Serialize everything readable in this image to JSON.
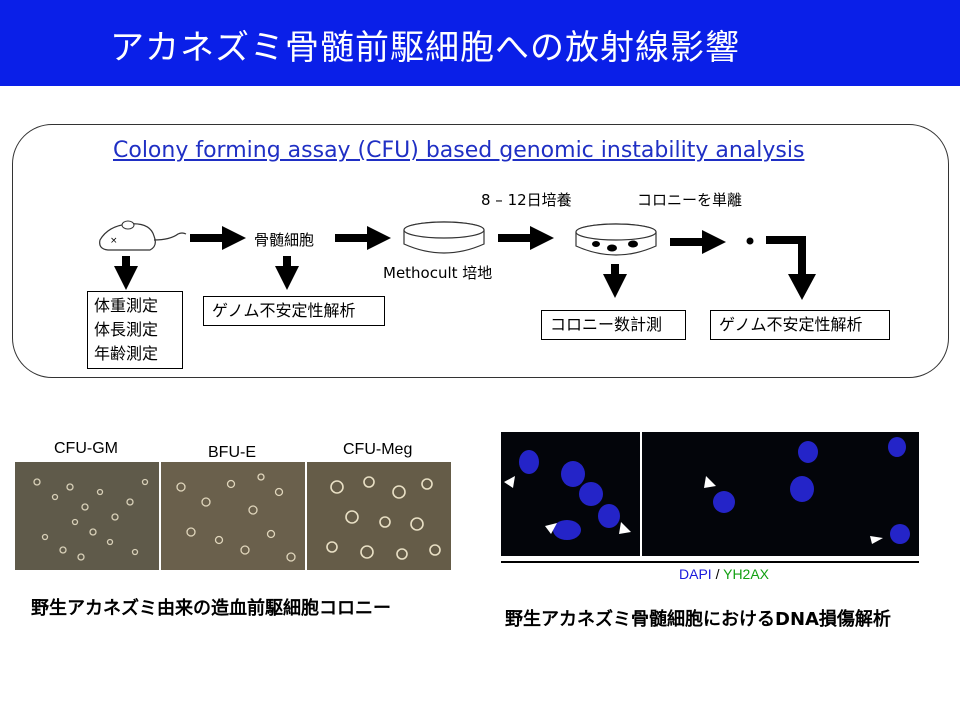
{
  "title": "アカネズミ骨髄前駆細胞への放射線影響",
  "flow": {
    "subtitle": "Colony forming assay (CFU) based genomic instability analysis",
    "bone_marrow": "骨髄細胞",
    "methocult": "Methocult 培地",
    "culture": "8 – 12日培養",
    "isolate": "コロニーを単離",
    "mouse_measurements": [
      "体重測定",
      "体長測定",
      "年齢測定"
    ],
    "genome_analysis_1": "ゲノム不安定性解析",
    "colony_count": "コロニー数計測",
    "genome_analysis_2": "ゲノム不安定性解析"
  },
  "colonies": {
    "headers": [
      "CFU-GM",
      "BFU-E",
      "CFU-Meg"
    ],
    "caption": "野生アカネズミ由来の造血前駆細胞コロニー"
  },
  "dna_damage": {
    "legend_dapi": "DAPI",
    "legend_sep": " / ",
    "legend_yh2ax": "YH2AX",
    "caption": "野生アカネズミ骨髄細胞におけるDNA損傷解析",
    "colors": {
      "dapi": "#1a1adc",
      "yh2ax": "#12a012"
    }
  }
}
